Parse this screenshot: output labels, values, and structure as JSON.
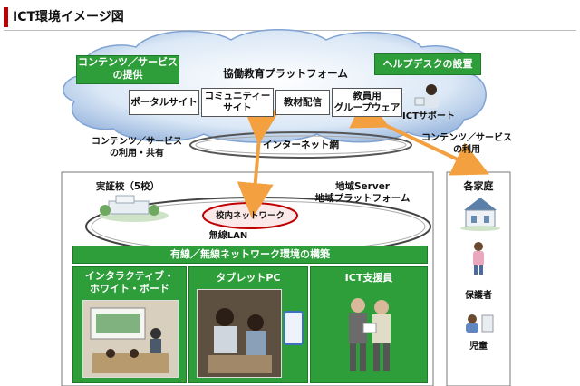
{
  "header": {
    "title": "ICT環境イメージ図"
  },
  "cloud": {
    "title": "協働教育プラットフォーム",
    "left_tag": [
      "コンテンツ／サービス",
      "の提供"
    ],
    "right_tag": "ヘルプデスクの設置",
    "services": [
      {
        "lines": [
          "ポータルサイト"
        ]
      },
      {
        "lines": [
          "コミュニティー",
          "サイト"
        ]
      },
      {
        "lines": [
          "教材配信"
        ]
      },
      {
        "lines": [
          "教員用",
          "グループウェア"
        ]
      }
    ],
    "support_label": "ICTサポート"
  },
  "internet": {
    "label": "インターネット網",
    "left_note": [
      "コンテンツ／サービス",
      "の利用・共有"
    ],
    "right_note": [
      "コンテンツ／サービス",
      "の利用"
    ]
  },
  "school": {
    "label": "実証校（5校）",
    "server_label": [
      "地域Server",
      "地域プラットフォーム"
    ],
    "network_label": "校内ネットワーク",
    "wlan_label": "無線LAN",
    "bar_label": "有線／無線ネットワーク環境の構築",
    "panels": [
      {
        "title": [
          "インタラクティブ・",
          "ホワイト・ボード"
        ]
      },
      {
        "title": [
          "タブレットPC"
        ]
      },
      {
        "title": [
          "ICT支援員"
        ]
      }
    ]
  },
  "home": {
    "title": "各家庭",
    "guardian_label": "保護者",
    "child_label": "児童"
  },
  "colors": {
    "green": "#2e9e3b",
    "orange": "#f2a040",
    "red_accent": "#c00000"
  }
}
